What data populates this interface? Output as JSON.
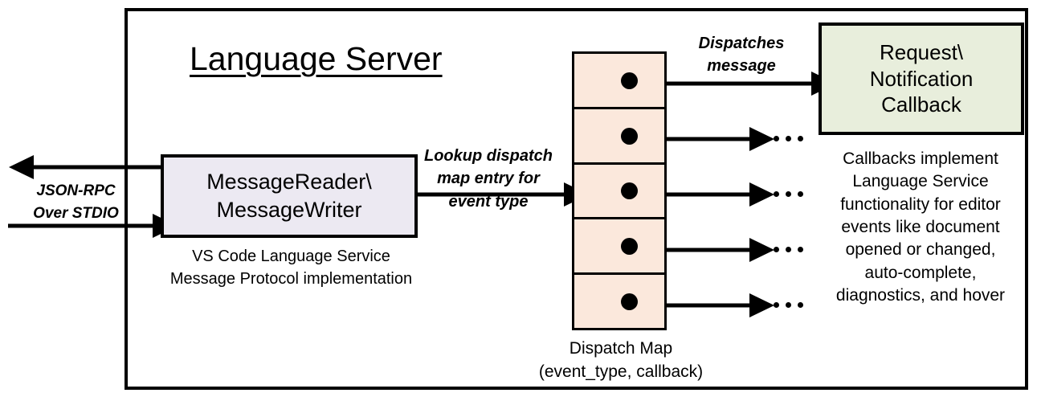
{
  "diagram": {
    "title": "Language Server",
    "boxes": {
      "message_io": {
        "text": "MessageReader\\\nMessageWriter",
        "caption": "VS Code Language Service\nMessage Protocol implementation",
        "fill": "#ECE9F2"
      },
      "dispatch_map": {
        "caption": "Dispatch Map\n(event_type, callback)",
        "fill": "#FBE8DC",
        "row_count": 5
      },
      "callback": {
        "text": "Request\\\nNotification\nCallback",
        "caption": "Callbacks implement\nLanguage Service\nfunctionality for editor\nevents like document\nopened or changed,\nauto-complete,\ndiagnostics, and hover",
        "fill": "#E8EEDC"
      }
    },
    "edge_labels": {
      "transport": "JSON-RPC\nOver STDIO",
      "lookup": "Lookup dispatch\nmap entry for\nevent type",
      "dispatch": "Dispatches\nmessage"
    },
    "ellipsis": "• • •",
    "colors": {
      "stroke": "#000000",
      "background": "#FFFFFF"
    }
  }
}
